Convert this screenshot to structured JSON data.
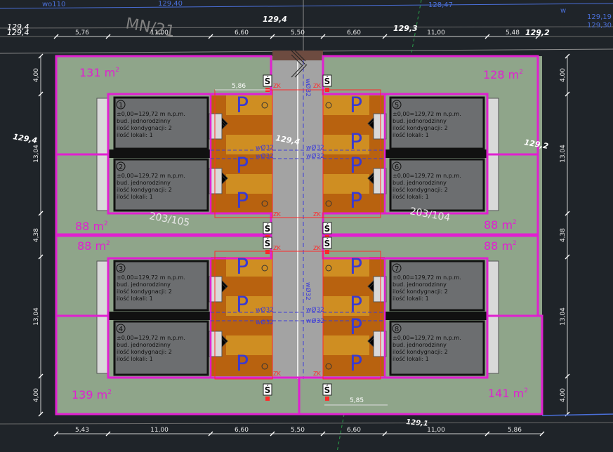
{
  "header": {
    "left_label": "wo110",
    "elev_top_left": "129,40",
    "elev_top_right": "128,47",
    "elev_top_far_right": "129,19",
    "elev_top_far_right2": "129,30",
    "elev_left_corner": "129,4",
    "elev_left_corner2": "129,4",
    "elev_top_mid": "129,4",
    "elev_top_mid2": "129,3",
    "elev_top_right_corner": "129,2",
    "zone_label": "MN/21",
    "w_label": "w"
  },
  "dims": {
    "top": [
      "5,76",
      "11,00",
      "6,60",
      "5,50",
      "6,60",
      "11,00",
      "5,48"
    ],
    "bottom": [
      "5,43",
      "11,00",
      "6,60",
      "5,50",
      "6,60",
      "11,00",
      "5,86"
    ],
    "left": [
      "4,00",
      "13,04",
      "4,38",
      "13,04",
      "4,00"
    ],
    "right": [
      "4,00",
      "13,04",
      "4,38",
      "13,04",
      "4,00"
    ],
    "inner_top": "5,86",
    "inner_bottom": "5,85"
  },
  "plots": {
    "a1": "131 m",
    "a2": "128 m",
    "a3": "88 m",
    "a4": "88 m",
    "a5": "88 m",
    "a6": "88 m",
    "a7": "139 m",
    "a8": "141 m",
    "sup": "2"
  },
  "parcels": {
    "left": "203/105",
    "right": "203/104"
  },
  "elevations": {
    "left": "129,4",
    "right": "129,2",
    "road": "129,4",
    "bottom_right": "129,1",
    "far_right": "129,2"
  },
  "houses": [
    {
      "num": "1",
      "lines": [
        "±0,00=129,72 m n.p.m.",
        "bud. jednorodzinny",
        "ilość kondygnacji: 2",
        "ilość lokali: 1"
      ]
    },
    {
      "num": "2",
      "lines": [
        "±0,00=129,72 m n.p.m.",
        "bud. jednorodzinny",
        "ilość kondygnacji: 2",
        "ilość lokali: 1"
      ]
    },
    {
      "num": "3",
      "lines": [
        "±0,00=129,72 m n.p.m.",
        "bud. jednorodzinny",
        "ilość kondygnacji: 2",
        "ilość lokali: 1"
      ]
    },
    {
      "num": "4",
      "lines": [
        "±0,00=129,72 m n.p.m.",
        "bud. jednorodzinny",
        "ilość kondygnacji: 2",
        "ilość lokali: 1"
      ]
    },
    {
      "num": "5",
      "lines": [
        "±0,00=129,72 m n.p.m.",
        "bud. jednorodzinny",
        "ilość kondygnacji: 2",
        "ilość lokali: 1"
      ]
    },
    {
      "num": "6",
      "lines": [
        "±0,00=129,72 m n.p.m.",
        "bud. jednorodzinny",
        "ilość kondygnacji: 2",
        "ilość lokali: 1"
      ]
    },
    {
      "num": "7",
      "lines": [
        "±0,00=129,72 m n.p.m.",
        "bud. jednorodzinny",
        "ilość kondygnacji: 2",
        "ilość lokali: 1"
      ]
    },
    {
      "num": "8",
      "lines": [
        "±0,00=129,72 m n.p.m.",
        "bud. jednorodzinny",
        "ilość kondygnacji: 2",
        "ilość lokali: 1"
      ]
    }
  ],
  "symbols": {
    "parking": "P",
    "light": "Ś",
    "zk": "ZK",
    "water": "wØ32",
    "water_v": "wØ32"
  },
  "colors": {
    "background": "#1f2429",
    "plot_fill": "#8fa58a",
    "plot_border": "#e020d0",
    "road": "#a3a3a3",
    "parking": "#b8620f",
    "parking_alt": "#cf8e22",
    "house": "#6c6e70",
    "parking_letter": "#3a3ad0",
    "water_line": "#3c3cd8",
    "red": "#ff2a2a",
    "dim_text": "#e6e6e6"
  }
}
